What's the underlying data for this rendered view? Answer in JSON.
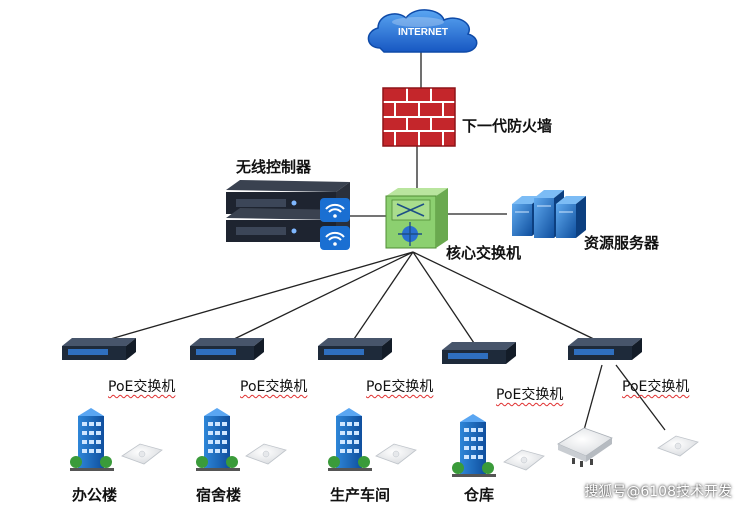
{
  "nodes": {
    "internet": {
      "label": "INTERNET"
    },
    "firewall": {
      "label": "下一代防火墙"
    },
    "wireless_controller": {
      "label": "无线控制器"
    },
    "core_switch": {
      "label": "核心交换机"
    },
    "resource_server": {
      "label": "资源服务器"
    }
  },
  "poe_switches": [
    {
      "label": "PoE交换机",
      "area": "办公楼"
    },
    {
      "label": "PoE交换机",
      "area": "宿舍楼"
    },
    {
      "label": "PoE交换机",
      "area": "生产车间"
    },
    {
      "label": "PoE交换机",
      "area": "仓库"
    },
    {
      "label": "PoE交换机",
      "area": ""
    }
  ],
  "watermark": "搜狐号@6108技术开发",
  "colors": {
    "cloud": "#1f6fd6",
    "firewall": "#c4262b",
    "core_switch": "#8cd070",
    "server": "#1b6fcf",
    "switch_body": "#1e2a3a",
    "link": "#222222"
  }
}
